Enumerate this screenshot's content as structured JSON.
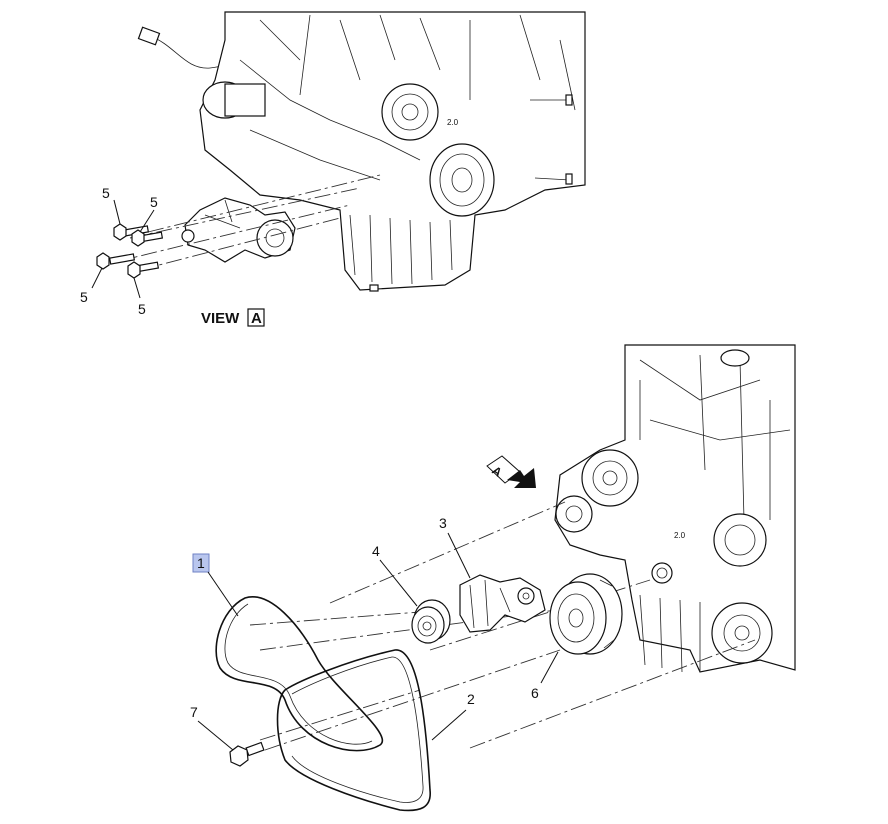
{
  "view_label": "VIEW",
  "view_letter": "A",
  "arrow_letter": "A",
  "callouts": {
    "belt": "1",
    "belt_highlight_color": "#b9c6ee",
    "belt_inner": "2",
    "tensioner": "3",
    "idler_pulley": "4",
    "crank_pulley": "6",
    "idler_bolt": "7",
    "bolt_a": "5",
    "bolt_b": "5",
    "bolt_c": "5",
    "bolt_d": "5"
  }
}
